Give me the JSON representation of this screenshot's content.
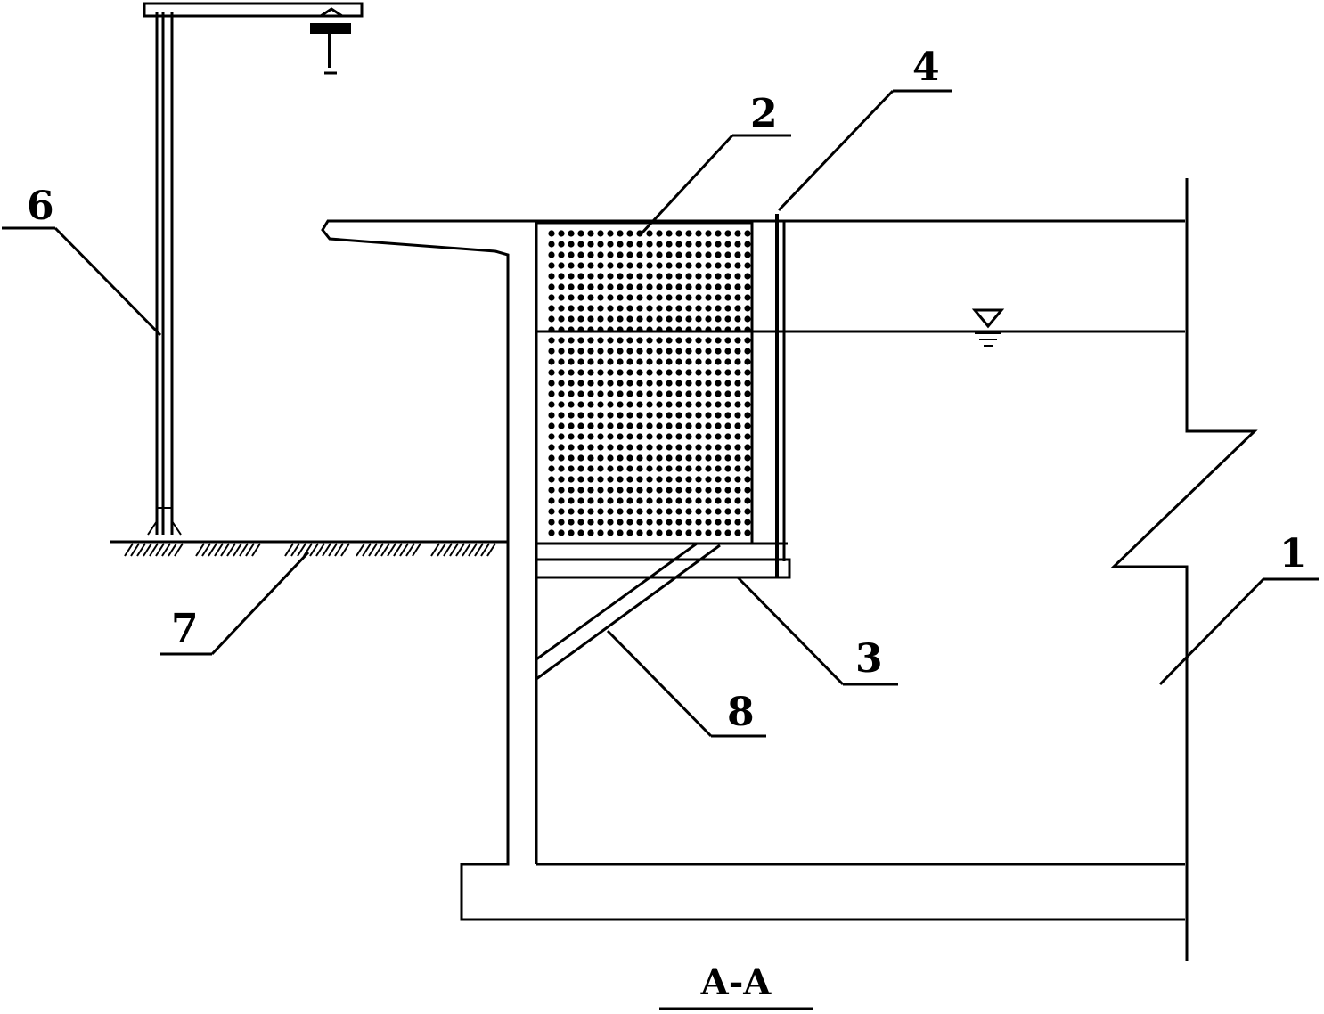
{
  "labels": {
    "l1": "1",
    "l2": "2",
    "l3": "3",
    "l4": "4",
    "l6": "6",
    "l7": "7",
    "l8": "8"
  },
  "section_caption": "A-A",
  "colors": {
    "line": "#000000",
    "fill": "#ffffff"
  }
}
